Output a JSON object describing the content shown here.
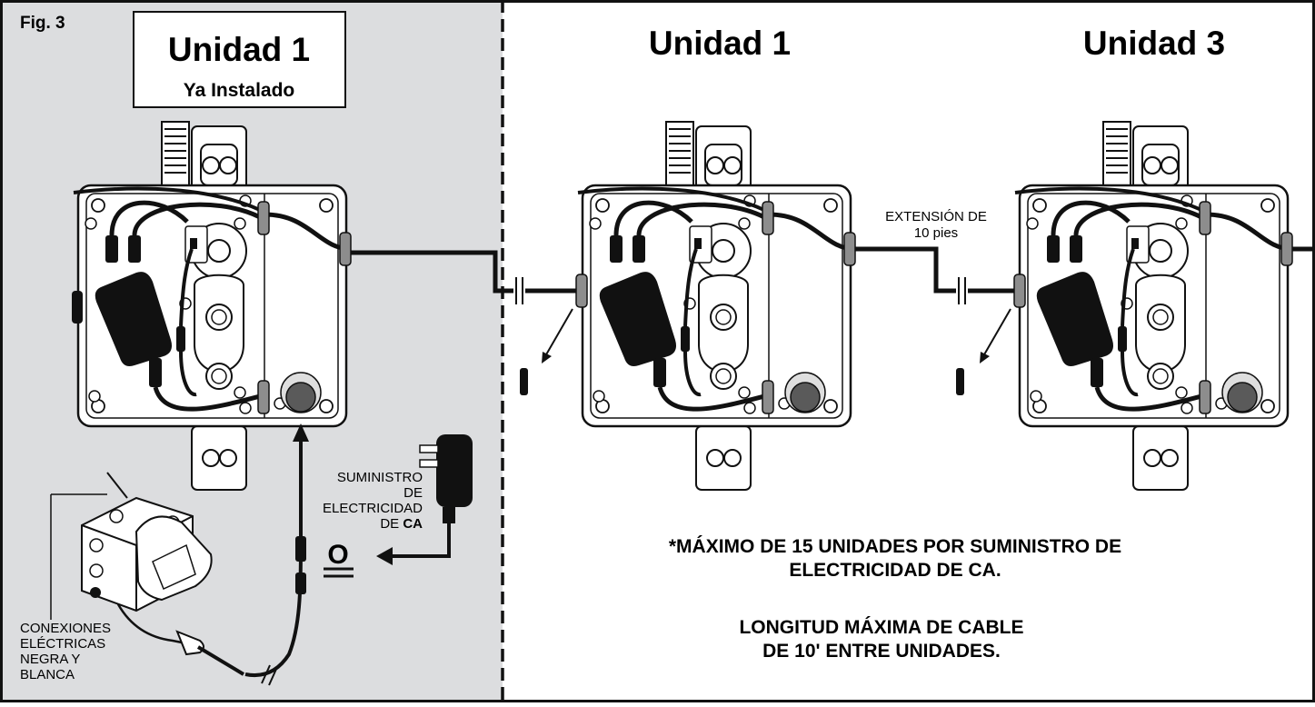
{
  "figure_label": "Fig. 3",
  "installed_box": {
    "title": "Unidad 1",
    "subtitle": "Ya Instalado"
  },
  "unit_headers": [
    "Unidad 1",
    "Unidad 3"
  ],
  "extension_label": [
    "EXTENSIÓN DE",
    "10 pies"
  ],
  "power_supply_label": [
    "SUMINISTRO",
    "DE",
    "ELECTRICIDAD",
    "DE ",
    "CA"
  ],
  "or_label": "O",
  "connections_label": [
    "CONEXIONES",
    "ELÉCTRICAS",
    "NEGRA Y",
    "BLANCA"
  ],
  "notes": [
    "*MÁXIMO DE 15 UNIDADES POR SUMINISTRO DE",
    "ELECTRICIDAD DE CA.",
    "LONGITUD MÁXIMA DE CABLE",
    "DE 10' ENTRE UNIDADES."
  ],
  "colors": {
    "installed_panel_bg": "#dcdddf",
    "line": "#111111",
    "grommet": "#8d8d8d",
    "sensor": "#5a5a5a"
  }
}
